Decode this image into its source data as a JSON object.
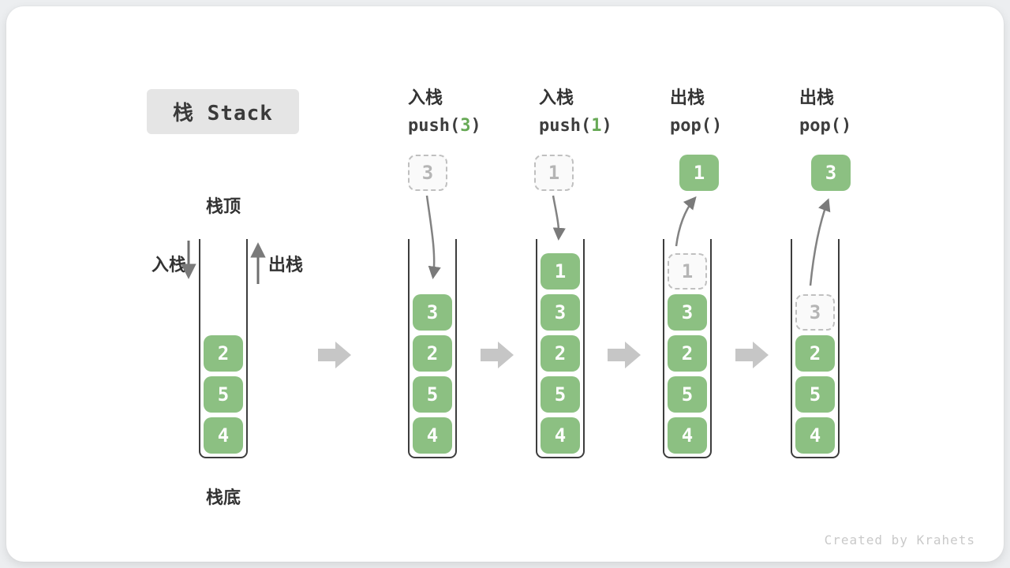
{
  "title_box": {
    "label": "栈 Stack"
  },
  "legend": {
    "stack_top": "栈顶",
    "stack_bottom": "栈底",
    "push": "入栈",
    "pop": "出栈"
  },
  "operations": [
    {
      "zh": "入栈",
      "fn": "push(",
      "arg": "3",
      "close": ")"
    },
    {
      "zh": "入栈",
      "fn": "push(",
      "arg": "1",
      "close": ")"
    },
    {
      "zh": "出栈",
      "fn": "pop(",
      "arg": "",
      "close": ")"
    },
    {
      "zh": "出栈",
      "fn": "pop(",
      "arg": "",
      "close": ")"
    }
  ],
  "stacks": [
    {
      "name": "initial",
      "blocks": [
        "2",
        "5",
        "4"
      ]
    },
    {
      "name": "after-push-3",
      "staged_value": "3",
      "blocks": [
        "3",
        "2",
        "5",
        "4"
      ]
    },
    {
      "name": "after-push-1",
      "staged_value": "1",
      "blocks": [
        "1",
        "3",
        "2",
        "5",
        "4"
      ]
    },
    {
      "name": "after-pop-1",
      "popped_value": "1",
      "ghost_value": "1",
      "blocks": [
        "3",
        "2",
        "5",
        "4"
      ]
    },
    {
      "name": "after-pop-3",
      "popped_value": "3",
      "ghost_value": "3",
      "blocks": [
        "2",
        "5",
        "4"
      ]
    }
  ],
  "watermark": "Created by Krahets",
  "colors": {
    "block_green": "#8cc082",
    "code_arg_green": "#67a956",
    "ghost_border_gray": "#c0c0c0",
    "ghost_text_gray": "#b5b5b5",
    "transition_arrow_gray": "#c6c6c6",
    "motion_arrow_gray": "#828282",
    "container_outline": "#3d3d3d",
    "title_box_bg": "#e5e5e5",
    "text_dark": "#333333",
    "watermark_gray": "#c9c9c9"
  }
}
